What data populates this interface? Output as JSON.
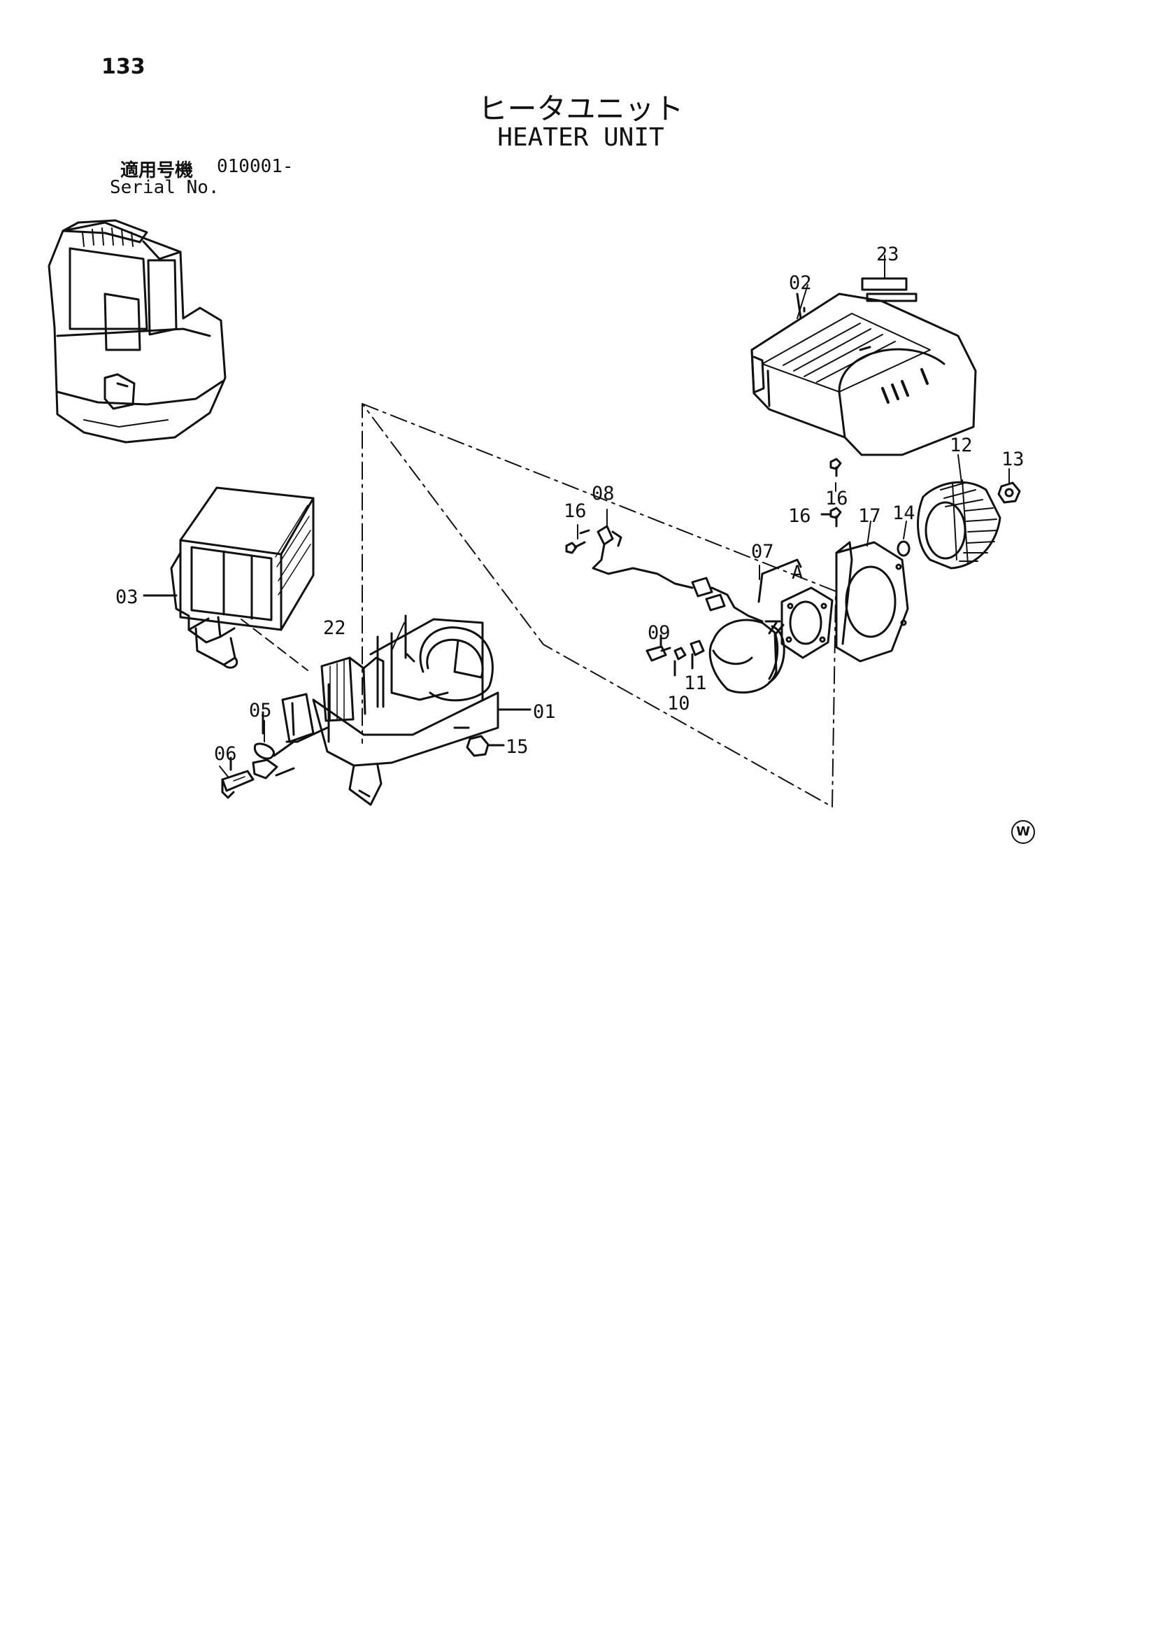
{
  "header": {
    "page_number": "133",
    "title_jp": "ヒータユニット",
    "title_en": "HEATER UNIT",
    "serial_label_jp": "適用号機",
    "serial_value": "010001-",
    "serial_label_en": "Serial No."
  },
  "parts": {
    "p01": "01",
    "p02": "02",
    "p03": "03",
    "p05": "05",
    "p06": "06",
    "p07": "07",
    "p08": "08",
    "p09": "09",
    "p10": "10",
    "p11": "11",
    "p12": "12",
    "p13": "13",
    "p14": "14",
    "p15": "15",
    "p16a": "16",
    "p16b": "16",
    "p16c": "16",
    "p17": "17",
    "p22": "22",
    "p23": "23",
    "view_a": "A"
  },
  "footer": {
    "mark": "W"
  }
}
